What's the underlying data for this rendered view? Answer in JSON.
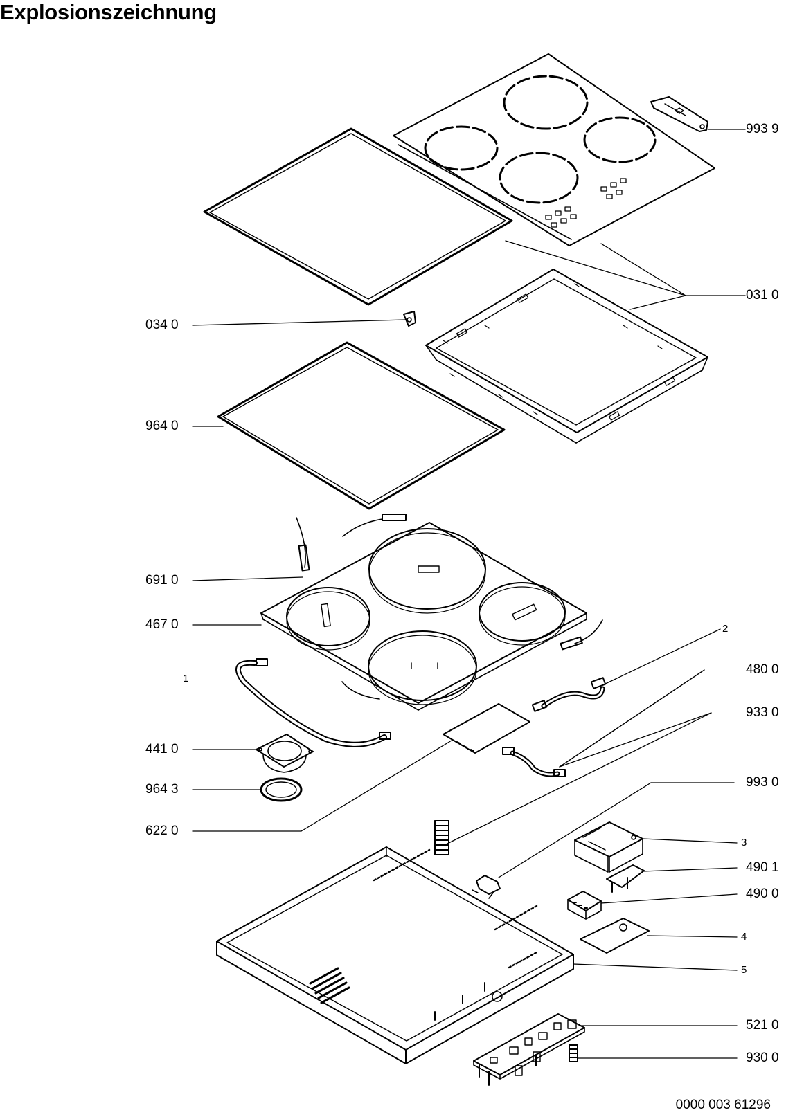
{
  "title": "Explosionszeichnung",
  "labels": {
    "p9939": "993 9",
    "p0310": "031 0",
    "p0340": "034 0",
    "p9640": "964 0",
    "p6910": "691 0",
    "p4670": "467 0",
    "c1": "1",
    "c2": "2",
    "p4800": "480 0",
    "p9330": "933 0",
    "p4410": "441 0",
    "p9643": "964 3",
    "p9930": "993 0",
    "p6220": "622 0",
    "c3": "3",
    "p4901": "490 1",
    "p4900": "490 0",
    "c4": "4",
    "c5": "5",
    "p5210": "521 0",
    "p9300": "930 0"
  },
  "document_number": "0000 003 61296"
}
